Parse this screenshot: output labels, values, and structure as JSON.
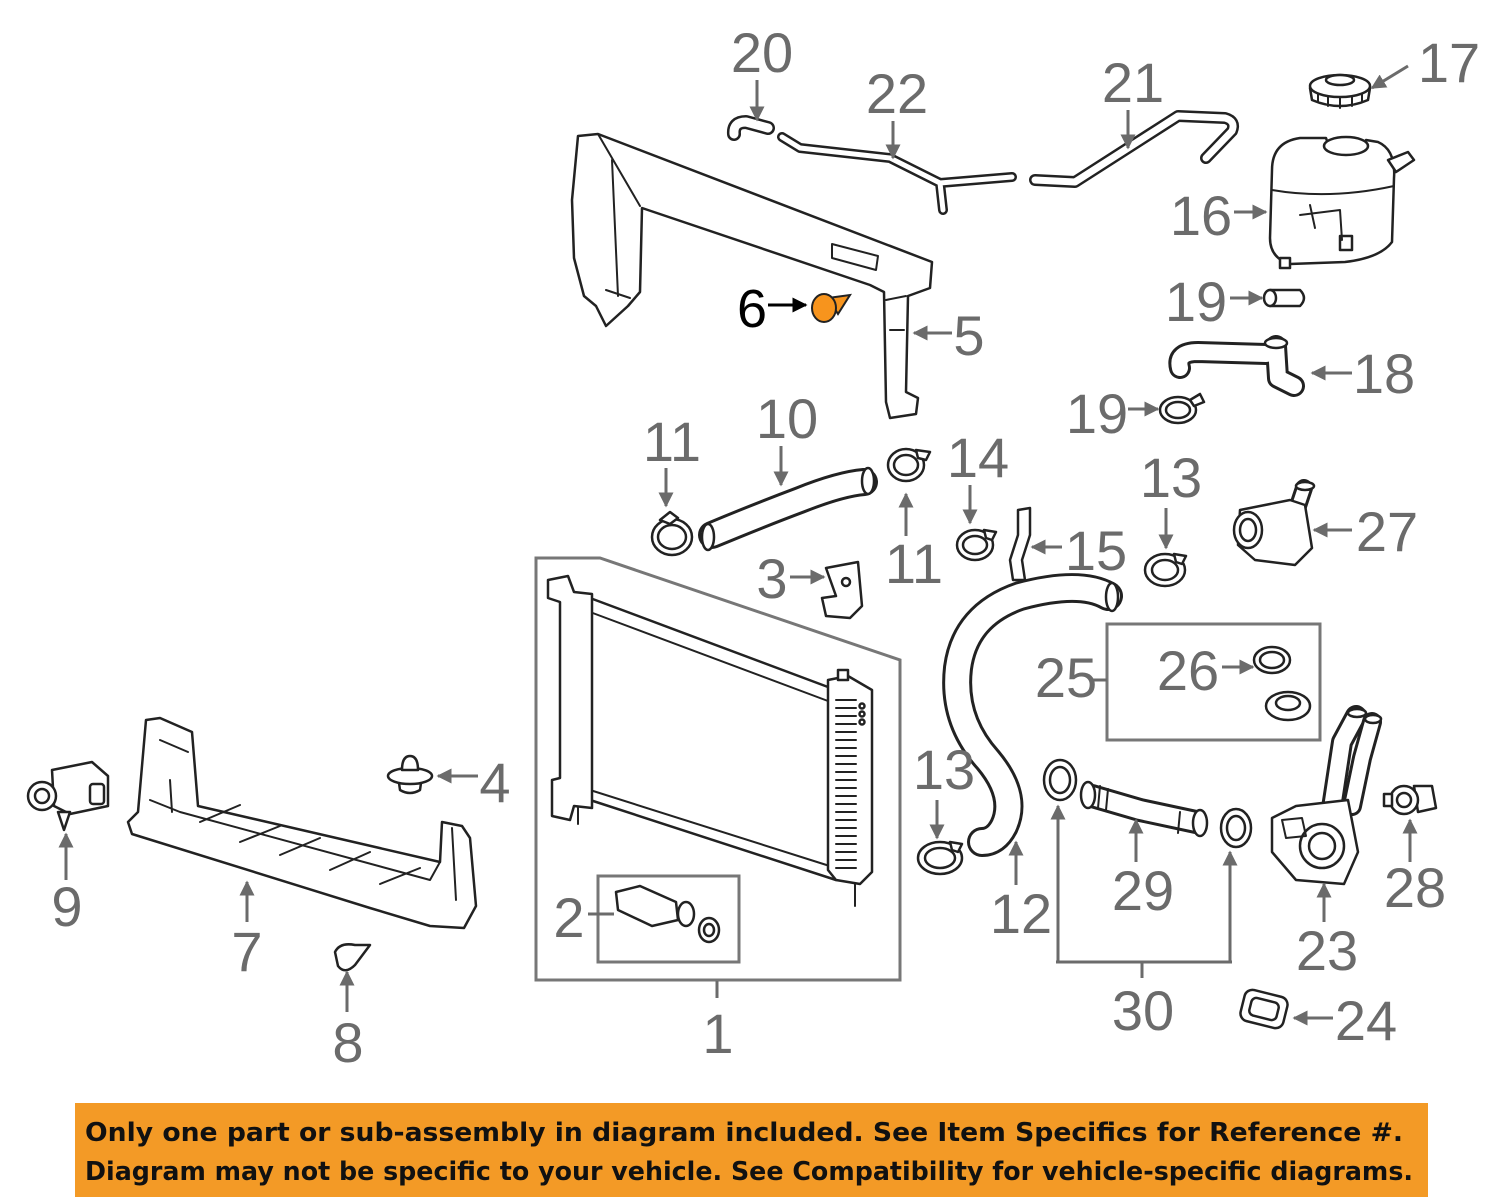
{
  "diagram": {
    "callouts": [
      {
        "label": "20"
      },
      {
        "label": "22"
      },
      {
        "label": "21"
      },
      {
        "label": "17"
      },
      {
        "label": "16"
      },
      {
        "label": "6"
      },
      {
        "label": "5"
      },
      {
        "label": "19"
      },
      {
        "label": "18"
      },
      {
        "label": "19"
      },
      {
        "label": "11"
      },
      {
        "label": "10"
      },
      {
        "label": "14"
      },
      {
        "label": "13"
      },
      {
        "label": "27"
      },
      {
        "label": "11"
      },
      {
        "label": "15"
      },
      {
        "label": "3"
      },
      {
        "label": "25"
      },
      {
        "label": "26"
      },
      {
        "label": "4"
      },
      {
        "label": "13"
      },
      {
        "label": "9"
      },
      {
        "label": "7"
      },
      {
        "label": "12"
      },
      {
        "label": "29"
      },
      {
        "label": "28"
      },
      {
        "label": "2"
      },
      {
        "label": "23"
      },
      {
        "label": "8"
      },
      {
        "label": "1"
      },
      {
        "label": "30"
      },
      {
        "label": "24"
      }
    ],
    "highlighted_callout": "6",
    "colors": {
      "label": "#6b6b6b",
      "highlight_label": "#000000",
      "highlight_fill": "#F7941D",
      "line": "#222222",
      "banner": "#F39A26"
    }
  },
  "banner": {
    "line1": "Only one part or sub-assembly in diagram included. See Item Specifics for Reference #.",
    "line2": "Diagram may not be specific to your vehicle. See Compatibility for vehicle-specific diagrams."
  }
}
